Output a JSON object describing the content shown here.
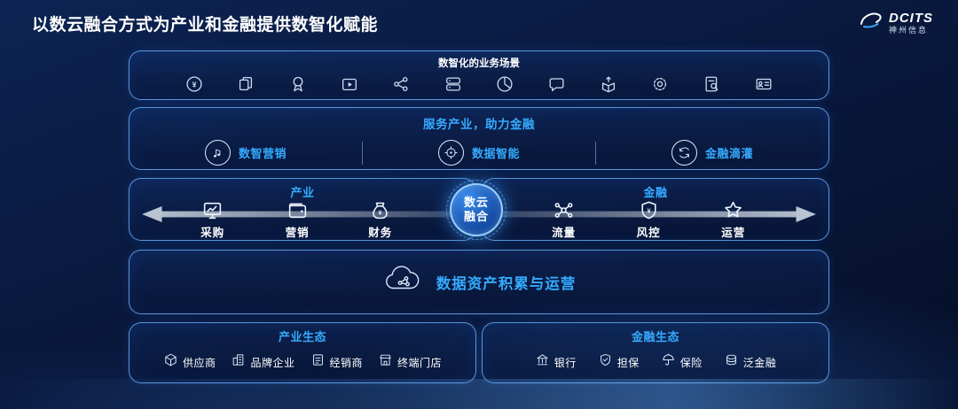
{
  "header": {
    "title": "以数云融合方式为产业和金融提供数智化赋能",
    "logo_brand": "DCITS",
    "logo_company": "神州信息"
  },
  "colors": {
    "accent_cyan": "#35aaff",
    "panel_border": "#6eb4ff",
    "background_top": "#0c2353",
    "background_bottom": "#050e27",
    "arrow_gray": "#b9c4d2"
  },
  "scenarios": {
    "title": "数智化的业务场景",
    "icons": [
      "atm-money-icon",
      "documents-icon",
      "award-badge-icon",
      "video-icon",
      "share-network-icon",
      "data-stack-icon",
      "pie-chart-icon",
      "chat-icon",
      "parcel-upload-icon",
      "gear-icon",
      "doc-search-icon",
      "id-card-icon"
    ]
  },
  "services": {
    "title": "服务产业，助力金融",
    "items": [
      {
        "label": "数智营销",
        "icon": "digital-marketing-icon"
      },
      {
        "label": "数据智能",
        "icon": "data-intelligence-icon"
      },
      {
        "label": "金融滴灌",
        "icon": "finance-flow-icon"
      }
    ]
  },
  "flow": {
    "industry_title": "产业",
    "industry_items": [
      {
        "label": "采购",
        "icon": "procurement-monitor-icon"
      },
      {
        "label": "营销",
        "icon": "marketing-wallet-icon"
      },
      {
        "label": "财务",
        "icon": "finance-moneybag-icon"
      }
    ],
    "center_line1": "数云",
    "center_line2": "融合",
    "finance_title": "金融",
    "finance_items": [
      {
        "label": "流量",
        "icon": "traffic-network-icon"
      },
      {
        "label": "风控",
        "icon": "risk-shield-icon"
      },
      {
        "label": "运营",
        "icon": "operation-star-icon"
      }
    ]
  },
  "data_asset": {
    "label": "数据资产积累与运营",
    "icon": "cloud-data-icon"
  },
  "ecosystems": {
    "industry": {
      "title": "产业生态",
      "items": [
        {
          "label": "供应商",
          "icon": "supplier-box-icon"
        },
        {
          "label": "品牌企业",
          "icon": "brand-building-icon"
        },
        {
          "label": "经销商",
          "icon": "dealer-list-icon"
        },
        {
          "label": "终端门店",
          "icon": "store-icon"
        }
      ]
    },
    "finance": {
      "title": "金融生态",
      "items": [
        {
          "label": "银行",
          "icon": "bank-icon"
        },
        {
          "label": "担保",
          "icon": "guarantee-shield-icon"
        },
        {
          "label": "保险",
          "icon": "insurance-umbrella-icon"
        },
        {
          "label": "泛金融",
          "icon": "pan-finance-coins-icon"
        }
      ]
    }
  }
}
